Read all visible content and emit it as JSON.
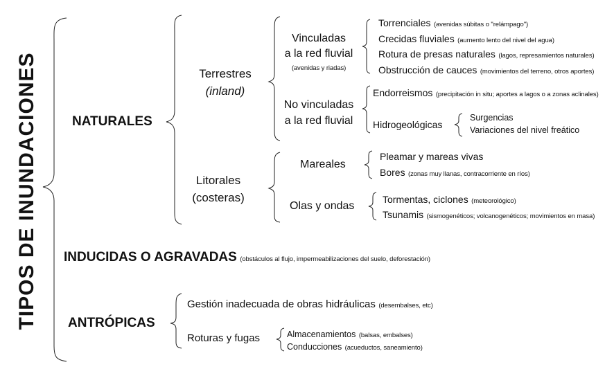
{
  "title": "TIPOS DE INUNDACIONES",
  "naturales": {
    "label": "NATURALES",
    "terrestres": {
      "label_line1": "Terrestres",
      "label_line2": "(inland)",
      "vinculadas": {
        "line1": "Vinculadas",
        "line2": "a la red fluvial",
        "note": "(avenidas y riadas)",
        "items": [
          {
            "main": "Torrenciales",
            "note": "(avenidas súbitas o \"relámpago\")"
          },
          {
            "main": "Crecidas fluviales",
            "note": "(aumento lento del nivel del agua)"
          },
          {
            "main": "Rotura de presas naturales",
            "note": "(lagos, represamientos naturales)"
          },
          {
            "main": "Obstrucción de cauces",
            "note": "(movimientos del terreno, otros aportes)"
          }
        ]
      },
      "no_vinculadas": {
        "line1": "No vinculadas",
        "line2": "a la red fluvial",
        "endorreismos": {
          "main": "Endorreismos",
          "note": "(precipitación in situ; aportes a lagos o a zonas aclinales)"
        },
        "hidrogeologicas": {
          "label": "Hidrogeológicas",
          "items": [
            "Surgencias",
            "Variaciones del nivel freático"
          ]
        }
      }
    },
    "litorales": {
      "line1": "Litorales",
      "line2": "(costeras)",
      "mareales": {
        "label": "Mareales",
        "items": [
          {
            "main": "Pleamar y mareas vivas",
            "note": ""
          },
          {
            "main": "Bores",
            "note": "(zonas muy llanas, contracorriente en ríos)"
          }
        ]
      },
      "olas": {
        "label": "Olas y ondas",
        "items": [
          {
            "main": "Tormentas, ciclones",
            "note": "(meteorológico)"
          },
          {
            "main": "Tsunamis",
            "note": "(sismogenéticos; volcanogenéticos; movimientos en masa)"
          }
        ]
      }
    }
  },
  "inducidas": {
    "label": "INDUCIDAS O AGRAVADAS",
    "note": "(obstáculos al flujo, impermeabilizaciones del suelo, deforestación)"
  },
  "antropicas": {
    "label": "ANTRÓPICAS",
    "gestion": {
      "main": "Gestión inadecuada de obras hidráulicas",
      "note": "(desembalses, etc)"
    },
    "roturas": {
      "label": "Roturas y fugas",
      "items": [
        {
          "main": "Almacenamientos",
          "note": "(balsas, embalses)"
        },
        {
          "main": "Conducciones",
          "note": "(acueductos, saneamiento)"
        }
      ]
    }
  }
}
